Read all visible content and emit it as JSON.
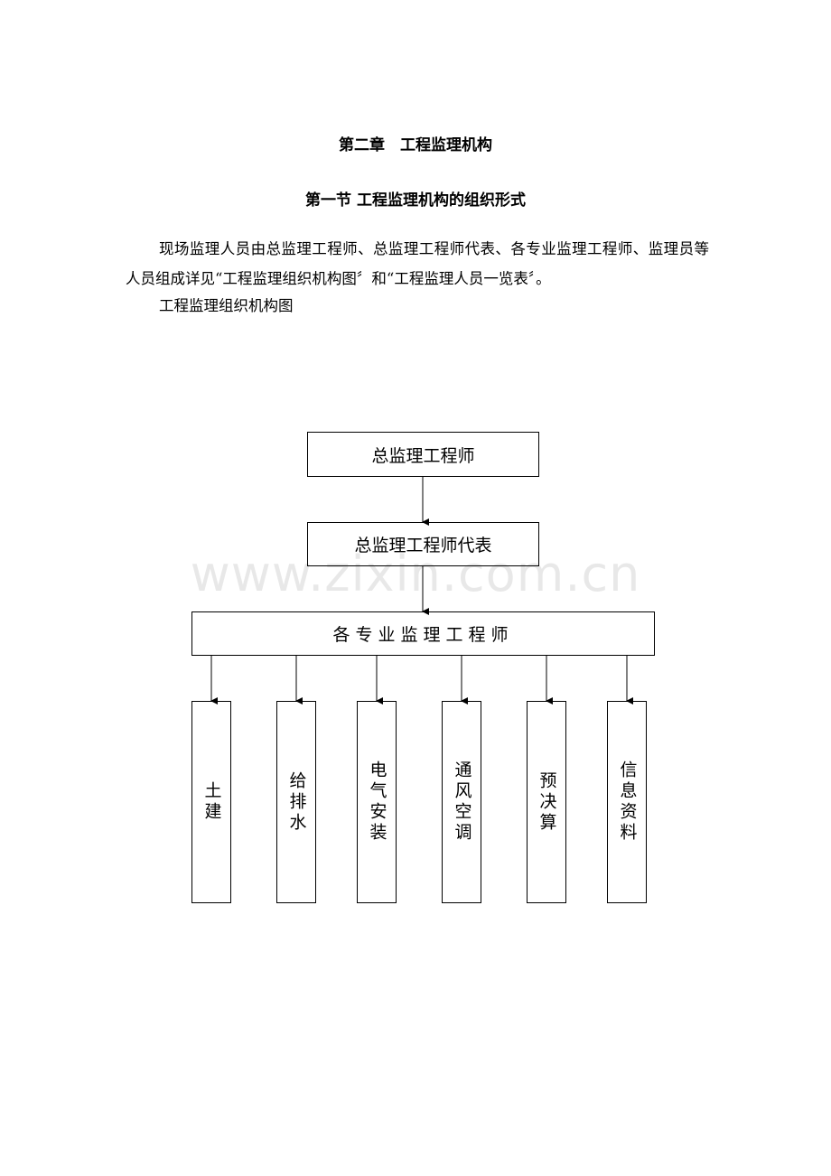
{
  "document": {
    "chapter_title": "第二章　工程监理机构",
    "section_title": "第一节 工程监理机构的组织形式",
    "paragraph": "现场监理人员由总监理工程师、总监理工程师代表、各专业监理工程师、监理员等人员组成详见“工程监理组织机构图〞和“工程监理人员一览表〞。",
    "caption": "工程监理组织机构图"
  },
  "watermark": "www.zixin.com.cn",
  "org_chart": {
    "top": "总监理工程师",
    "deputy": "总监理工程师代表",
    "specialists": "各专业监理工程师",
    "departments": [
      "土建",
      "给排水",
      "电气安装",
      "通风空调",
      "预决算",
      "信息资料"
    ]
  }
}
